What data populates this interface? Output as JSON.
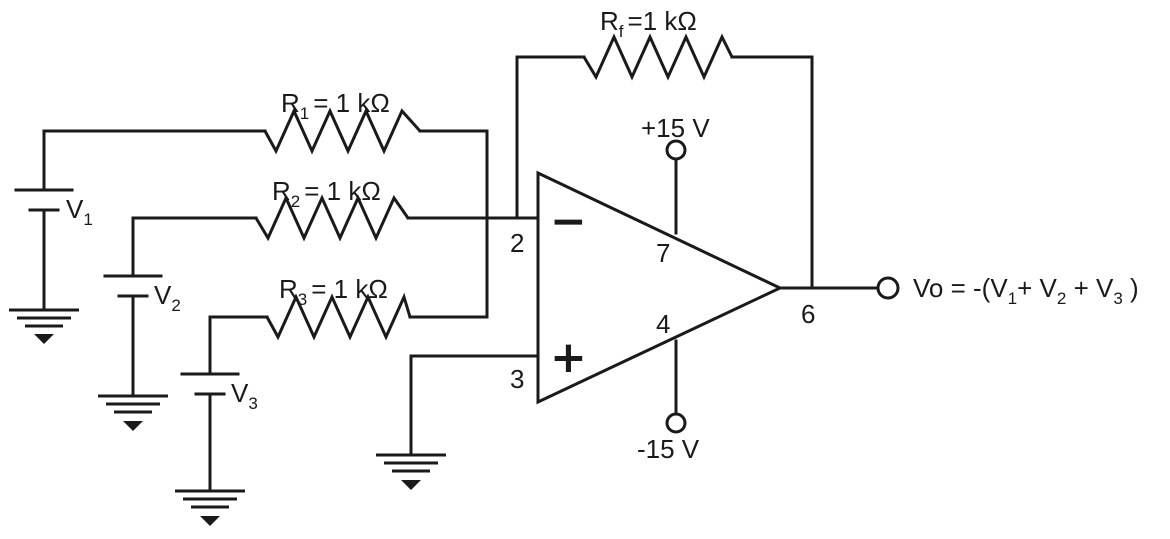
{
  "resistors": {
    "r1": {
      "name": "R",
      "sub": "1",
      "value": "= 1 kΩ"
    },
    "r2": {
      "name": "R",
      "sub": "2",
      "value": "= 1 kΩ"
    },
    "r3": {
      "name": "R",
      "sub": "3",
      "value": "= 1 kΩ"
    },
    "rf": {
      "name": "R",
      "sub": "f",
      "value": "=1 kΩ"
    }
  },
  "sources": {
    "v1": {
      "name": "V",
      "sub": "1"
    },
    "v2": {
      "name": "V",
      "sub": "2"
    },
    "v3": {
      "name": "V",
      "sub": "3"
    }
  },
  "opamp": {
    "inverting_symbol": "−",
    "noninverting_symbol": "+",
    "pins": {
      "inverting": "2",
      "noninverting": "3",
      "output": "6",
      "vpos": "7",
      "vneg": "4"
    },
    "supply_pos": "+15 V",
    "supply_neg": "-15 V"
  },
  "output": {
    "prefix": "Vo = -(V",
    "s1": "1",
    "mid1": "+ V",
    "s2": "2",
    "mid2": " + V",
    "s3": "3",
    "suffix": " )"
  }
}
